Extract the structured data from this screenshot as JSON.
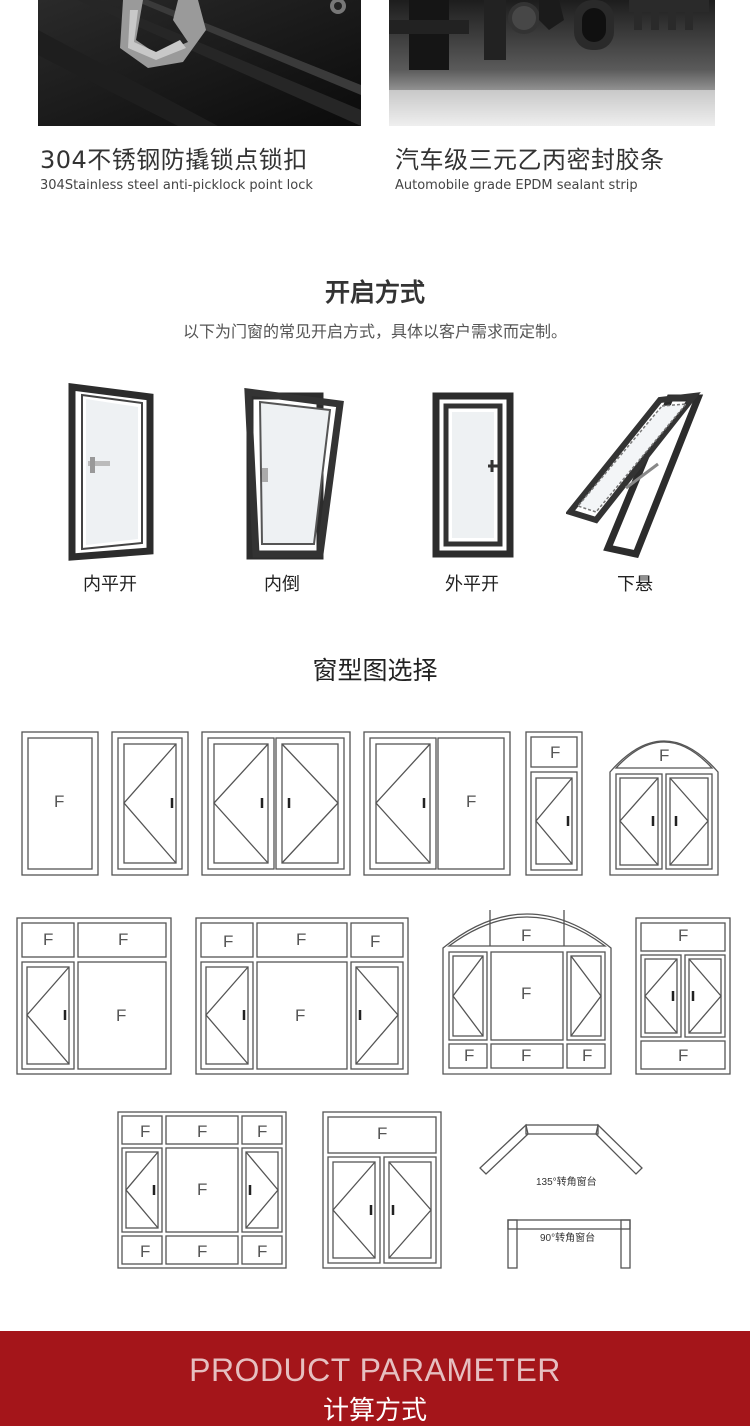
{
  "features": [
    {
      "title": "304不锈钢防撬锁点锁扣",
      "subtitle": "304Stainless steel anti-picklock point lock"
    },
    {
      "title": "汽车级三元乙丙密封胶条",
      "subtitle": "Automobile grade EPDM sealant strip"
    }
  ],
  "opening": {
    "title": "开启方式",
    "subtitle": "以下为门窗的常见开启方式，具体以客户需求而定制。",
    "types": [
      {
        "label": "内平开",
        "icon": "inward-casement-window-icon"
      },
      {
        "label": "内倒",
        "icon": "tilt-in-window-icon"
      },
      {
        "label": "外平开",
        "icon": "outward-casement-window-icon"
      },
      {
        "label": "下悬",
        "icon": "awning-window-icon"
      }
    ]
  },
  "window_types": {
    "title": "窗型图选择",
    "fixed_mark": "F",
    "corner_135": "135°转角窗台",
    "corner_90": "90°转角窗台"
  },
  "banner": {
    "en": "PRODUCT PARAMETER",
    "cn": "计算方式",
    "color": "#a4151a"
  }
}
